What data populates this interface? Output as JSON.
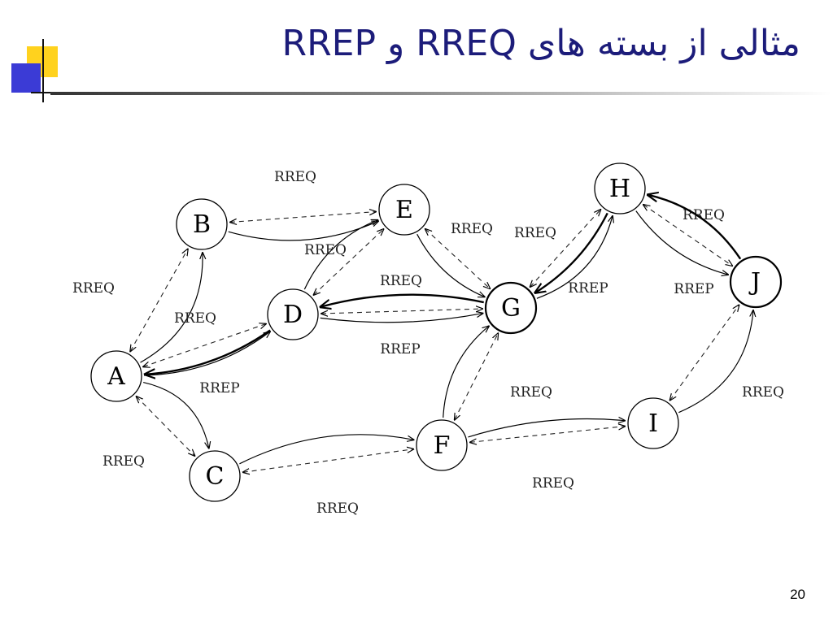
{
  "slide": {
    "title": "مثالی از بسته های RREQ و RREP",
    "page_number": "20"
  },
  "diagram": {
    "nodes": [
      {
        "id": "A",
        "label": "A"
      },
      {
        "id": "B",
        "label": "B"
      },
      {
        "id": "C",
        "label": "C"
      },
      {
        "id": "D",
        "label": "D"
      },
      {
        "id": "E",
        "label": "E"
      },
      {
        "id": "F",
        "label": "F"
      },
      {
        "id": "G",
        "label": "G"
      },
      {
        "id": "H",
        "label": "H"
      },
      {
        "id": "I",
        "label": "I"
      },
      {
        "id": "J",
        "label": "J"
      }
    ],
    "edges": [
      {
        "from": "A",
        "to": "B",
        "kind": "RREQ",
        "label": "RREQ"
      },
      {
        "from": "A",
        "to": "D",
        "kind": "RREQ",
        "label": "RREQ"
      },
      {
        "from": "A",
        "to": "C",
        "kind": "RREQ",
        "label": "RREQ"
      },
      {
        "from": "B",
        "to": "E",
        "kind": "RREQ",
        "label": "RREQ"
      },
      {
        "from": "D",
        "to": "E",
        "kind": "RREQ",
        "label": "RREQ"
      },
      {
        "from": "D",
        "to": "G",
        "kind": "RREQ",
        "label": "RREQ"
      },
      {
        "from": "E",
        "to": "G",
        "kind": "RREQ",
        "label": "RREQ"
      },
      {
        "from": "C",
        "to": "F",
        "kind": "RREQ",
        "label": "RREQ"
      },
      {
        "from": "F",
        "to": "G",
        "kind": "RREQ",
        "label": "RREQ"
      },
      {
        "from": "F",
        "to": "I",
        "kind": "RREQ",
        "label": "RREQ"
      },
      {
        "from": "I",
        "to": "J",
        "kind": "RREQ",
        "label": "RREQ"
      },
      {
        "from": "G",
        "to": "H",
        "kind": "RREQ",
        "label": "RREQ"
      },
      {
        "from": "H",
        "to": "J",
        "kind": "RREQ",
        "label": "RREQ"
      },
      {
        "from": "J",
        "to": "H",
        "kind": "RREP",
        "label": "RREP"
      },
      {
        "from": "H",
        "to": "G",
        "kind": "RREP",
        "label": "RREP"
      },
      {
        "from": "G",
        "to": "D",
        "kind": "RREP",
        "label": "RREP"
      },
      {
        "from": "D",
        "to": "A",
        "kind": "RREP",
        "label": "RREP"
      }
    ],
    "links": [
      [
        "A",
        "B"
      ],
      [
        "A",
        "D"
      ],
      [
        "A",
        "C"
      ],
      [
        "B",
        "E"
      ],
      [
        "D",
        "E"
      ],
      [
        "D",
        "G"
      ],
      [
        "E",
        "G"
      ],
      [
        "C",
        "F"
      ],
      [
        "F",
        "G"
      ],
      [
        "F",
        "I"
      ],
      [
        "I",
        "J"
      ],
      [
        "G",
        "H"
      ],
      [
        "H",
        "J"
      ]
    ]
  }
}
